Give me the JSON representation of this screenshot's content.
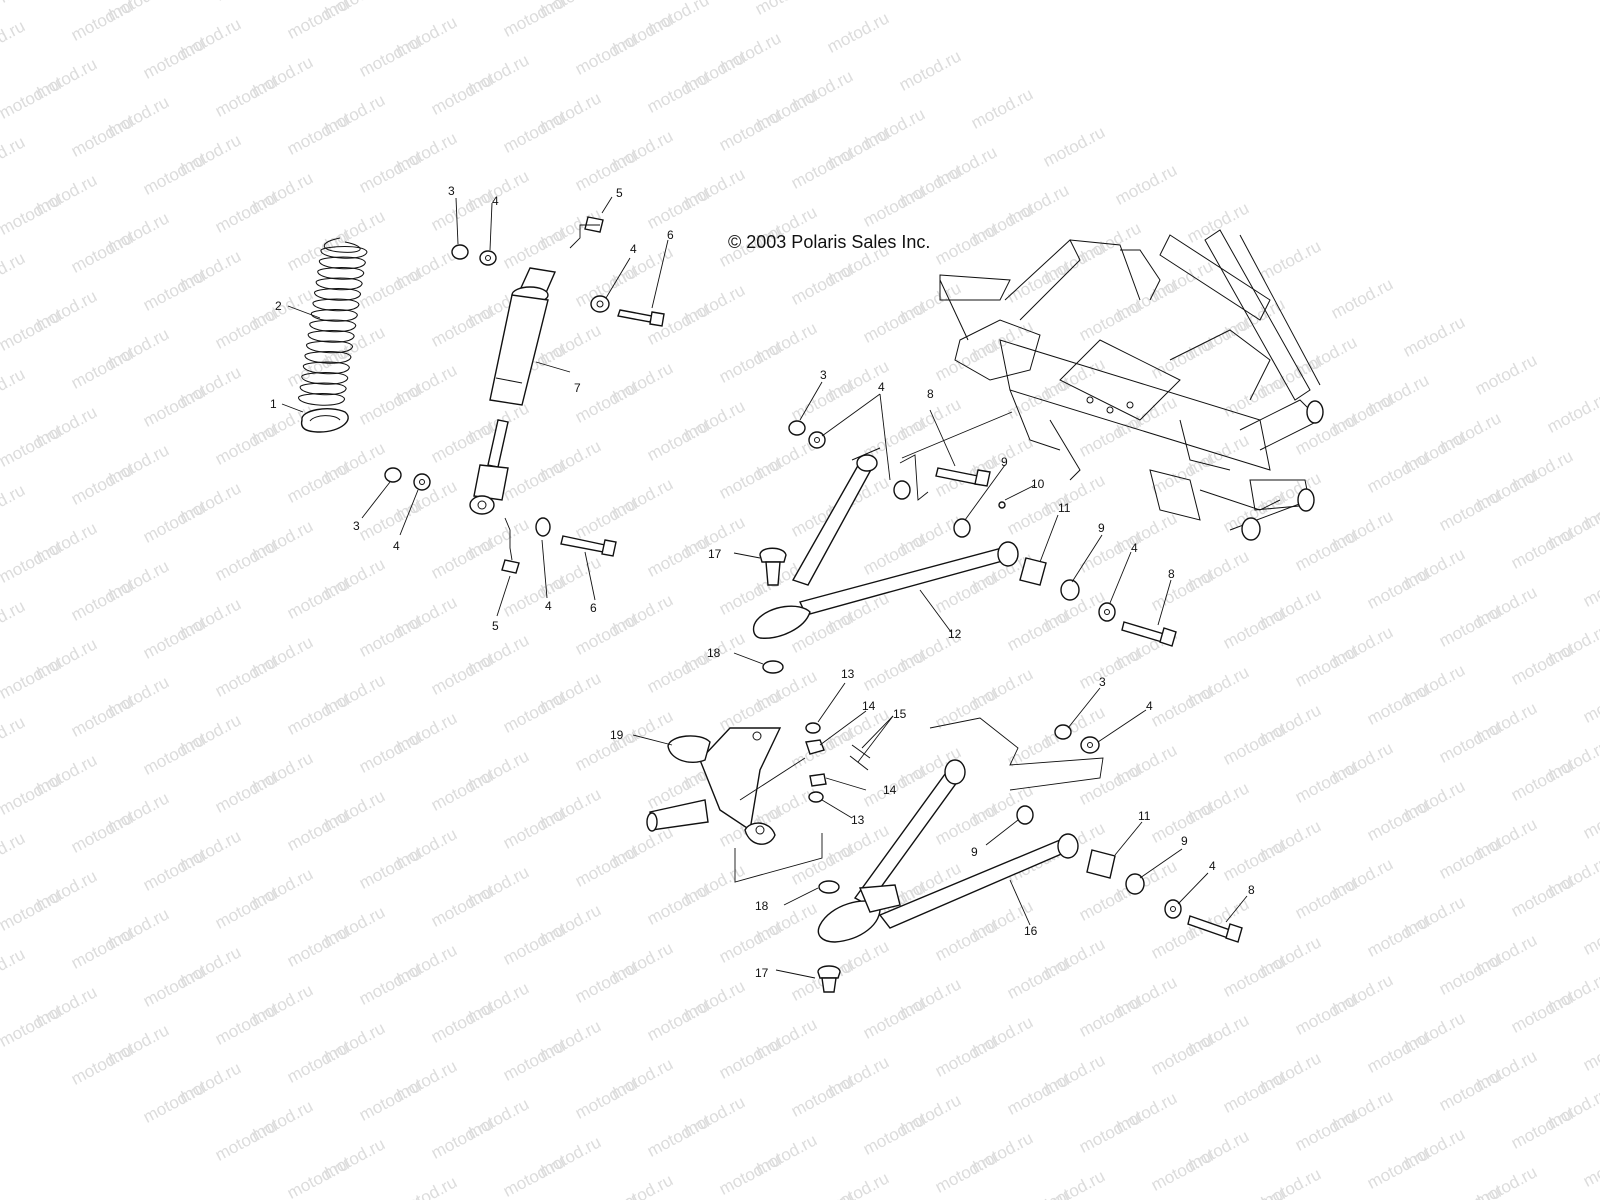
{
  "copyright": "© 2003 Polaris Sales Inc.",
  "watermark": "motod.ru",
  "callouts": [
    {
      "id": "c1",
      "text": "1"
    },
    {
      "id": "c2",
      "text": "2"
    },
    {
      "id": "c3a",
      "text": "3"
    },
    {
      "id": "c4a",
      "text": "4"
    },
    {
      "id": "c5a",
      "text": "5"
    },
    {
      "id": "c4b",
      "text": "4"
    },
    {
      "id": "c6a",
      "text": "6"
    },
    {
      "id": "c7",
      "text": "7"
    },
    {
      "id": "c3b",
      "text": "3"
    },
    {
      "id": "c4c",
      "text": "4"
    },
    {
      "id": "c5b",
      "text": "5"
    },
    {
      "id": "c4d",
      "text": "4"
    },
    {
      "id": "c6b",
      "text": "6"
    },
    {
      "id": "c3c",
      "text": "3"
    },
    {
      "id": "c4e",
      "text": "4"
    },
    {
      "id": "c8a",
      "text": "8"
    },
    {
      "id": "c9a",
      "text": "9"
    },
    {
      "id": "c10",
      "text": "10"
    },
    {
      "id": "c11a",
      "text": "11"
    },
    {
      "id": "c9b",
      "text": "9"
    },
    {
      "id": "c4f",
      "text": "4"
    },
    {
      "id": "c8b",
      "text": "8"
    },
    {
      "id": "c12",
      "text": "12"
    },
    {
      "id": "c17a",
      "text": "17"
    },
    {
      "id": "c18a",
      "text": "18"
    },
    {
      "id": "c13a",
      "text": "13"
    },
    {
      "id": "c14a",
      "text": "14"
    },
    {
      "id": "c15",
      "text": "15"
    },
    {
      "id": "c19",
      "text": "19"
    },
    {
      "id": "c14b",
      "text": "14"
    },
    {
      "id": "c13b",
      "text": "13"
    },
    {
      "id": "c3d",
      "text": "3"
    },
    {
      "id": "c4g",
      "text": "4"
    },
    {
      "id": "c11b",
      "text": "11"
    },
    {
      "id": "c9c",
      "text": "9"
    },
    {
      "id": "c9d",
      "text": "9"
    },
    {
      "id": "c4h",
      "text": "4"
    },
    {
      "id": "c8c",
      "text": "8"
    },
    {
      "id": "c16",
      "text": "16"
    },
    {
      "id": "c18b",
      "text": "18"
    },
    {
      "id": "c17b",
      "text": "17"
    }
  ]
}
